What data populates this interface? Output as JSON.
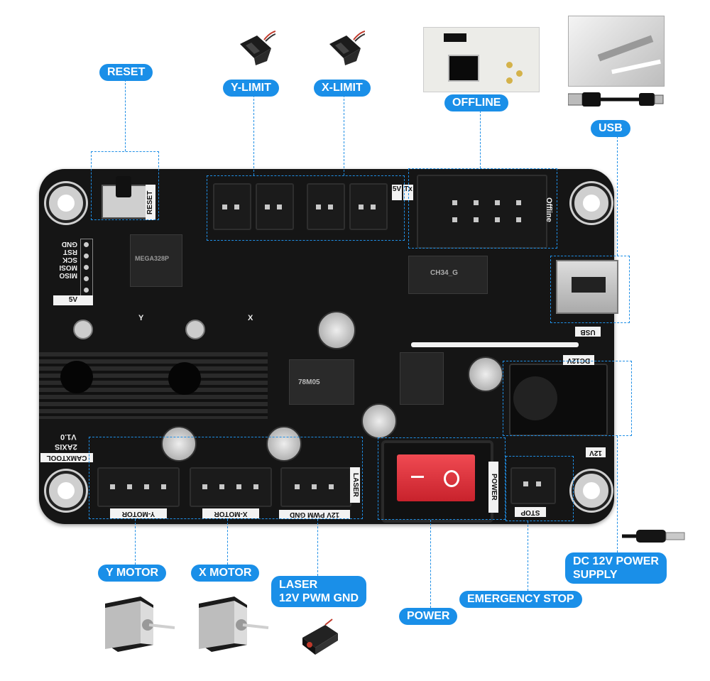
{
  "labels": {
    "reset": "RESET",
    "y_limit": "Y-LIMIT",
    "x_limit": "X-LIMIT",
    "offline": "OFFLINE",
    "usb": "USB",
    "y_motor": "Y MOTOR",
    "x_motor": "X MOTOR",
    "laser_line1": "LASER",
    "laser_line2": "12V PWM GND",
    "power": "POWER",
    "emergency_stop": "EMERGENCY STOP",
    "dc_line1": "DC 12V POWER",
    "dc_line2": "SUPPLY"
  },
  "silkscreen": {
    "reset": "RESET",
    "five_v": "5V",
    "tx": "Tx",
    "offline": "Offline",
    "usb": "USB",
    "dc12v": "DC12V",
    "twelve_v": "12V",
    "stop": "STOP",
    "power": "POWER",
    "laser": "LASER",
    "pwm": "12V PWM GND",
    "x_motor": "X-MOTOR",
    "y_motor": "Y-MOTOR",
    "camxtool": "CAMXTOOL",
    "two_axis": "2AXIS",
    "version": "V1.0",
    "isp_pins": [
      "MISO",
      "MOSI",
      "SCK",
      "RST",
      "GND"
    ],
    "isp_5v": "5V",
    "x_mark": "X",
    "y_mark": "Y",
    "ch340": "CH34_G",
    "mcu": "MEGA328P",
    "regulator": "78M05"
  },
  "colors": {
    "accent": "#1a8fe8",
    "board": "#151515",
    "switch": "#e8333d"
  }
}
